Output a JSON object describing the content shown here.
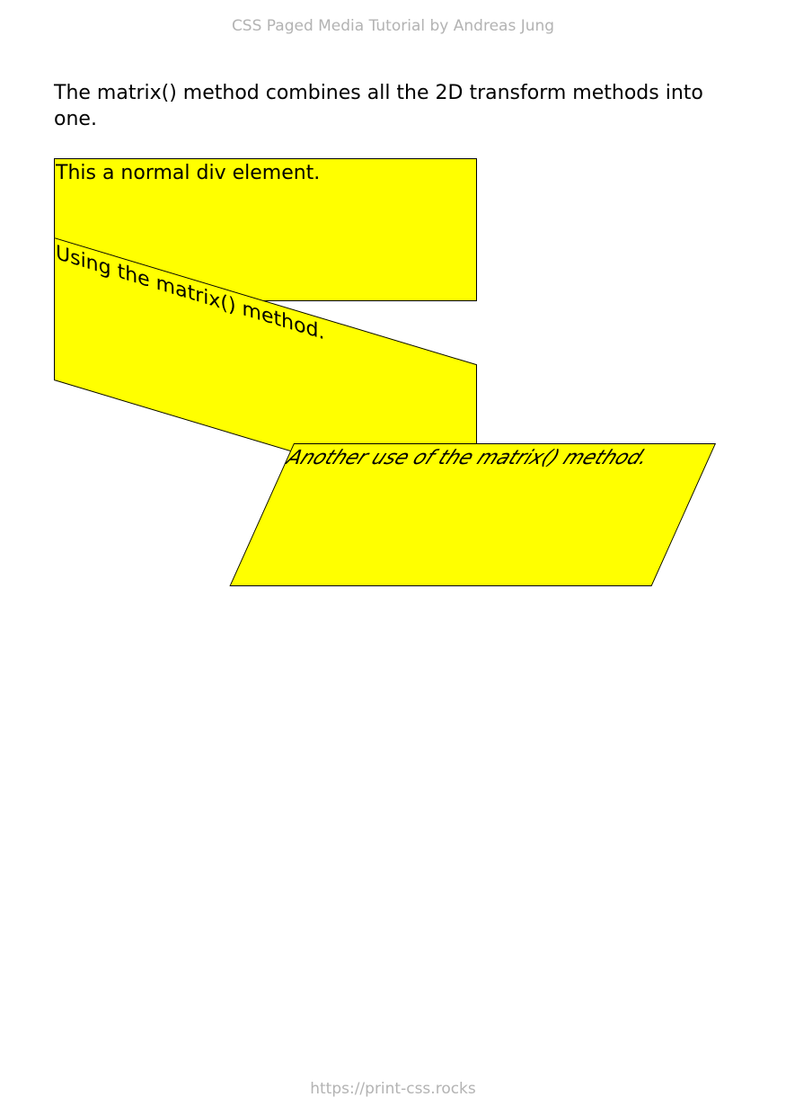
{
  "page": {
    "header": "CSS Paged Media Tutorial by Andreas Jung",
    "footer": "https://print-css.rocks"
  },
  "content": {
    "intro": "The matrix() method combines all the 2D transform methods into one.",
    "boxes": [
      {
        "text": "This a normal div element."
      },
      {
        "text": "Using the matrix() method."
      },
      {
        "text": "Another use of the matrix() method."
      }
    ]
  },
  "colors": {
    "box_fill": "#ffff00",
    "box_border": "#000000",
    "header_footer_text": "#b3b3b3"
  }
}
